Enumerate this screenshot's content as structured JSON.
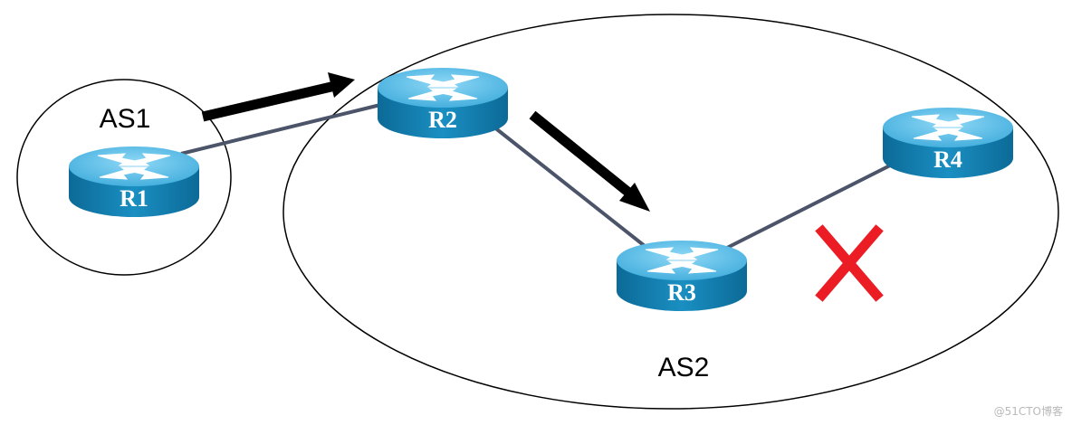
{
  "diagram": {
    "as1_label": "AS1",
    "as2_label": "AS2",
    "routers": {
      "r1": "R1",
      "r2": "R2",
      "r3": "R3",
      "r4": "R4"
    },
    "failure_marker": "red-x-icon",
    "watermark": "@51CTO博客"
  },
  "colors": {
    "router_body": "#1b86b7",
    "router_top": "#62c3ec",
    "link": "#4b5468",
    "arrow": "#000000",
    "failure": "#ec1c24"
  }
}
